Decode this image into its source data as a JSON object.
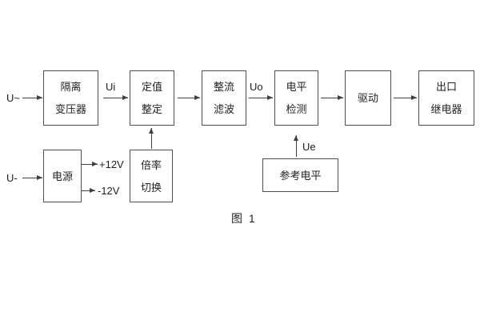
{
  "diagram": {
    "caption": "图 1",
    "inputs": {
      "ac_label": "U~",
      "dc_label": "U-"
    },
    "signals": {
      "ui": "Ui",
      "uo": "Uo",
      "ue": "Ue",
      "plus_12v": "+12V",
      "minus_12v": "-12V"
    },
    "blocks": {
      "isolation_transformer": {
        "line1": "隔离",
        "line2": "变压器"
      },
      "value_setting": {
        "line1": "定值",
        "line2": "整定"
      },
      "rectifier_filter": {
        "line1": "整流",
        "line2": "滤波"
      },
      "level_detection": {
        "line1": "电平",
        "line2": "检测"
      },
      "driver": {
        "label": "驱动"
      },
      "output_relay": {
        "line1": "出口",
        "line2": "继电器"
      },
      "power_supply": {
        "label": "电源"
      },
      "ratio_switch": {
        "line1": "倍率",
        "line2": "切换"
      },
      "reference_level": {
        "label": "参考电平"
      }
    },
    "colors": {
      "line": "#404040",
      "border": "#4f4f4f",
      "text": "#1f1f1f",
      "background": "#ffffff"
    }
  }
}
